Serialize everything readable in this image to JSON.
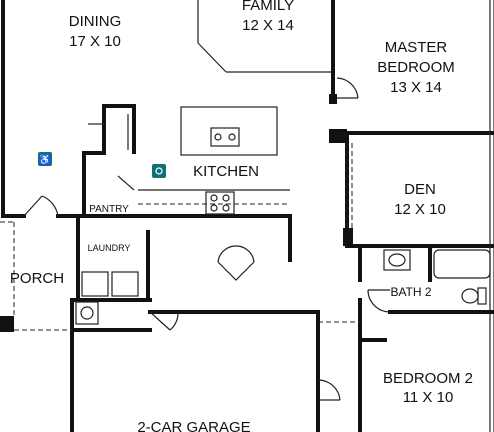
{
  "rooms": {
    "dining": {
      "name": "DINING",
      "size": "17 X 10"
    },
    "family": {
      "name": "FAMILY",
      "size": "12 X 14"
    },
    "master": {
      "name_line1": "MASTER",
      "name_line2": "BEDROOM",
      "size": "13 X 14"
    },
    "kitchen": {
      "name": "KITCHEN"
    },
    "den": {
      "name": "DEN",
      "size": "12 X 10"
    },
    "porch": {
      "name": "PORCH"
    },
    "laundry": {
      "name": "LAUNDRY"
    },
    "pantry": {
      "name": "PANTRY"
    },
    "bath2": {
      "name": "BATH 2"
    },
    "bedroom2": {
      "name": "BEDROOM 2",
      "size": "11 X 10"
    },
    "garage": {
      "name": "2-CAR GARAGE"
    }
  },
  "colors": {
    "wall": "#111111",
    "badge": "#0f7173"
  },
  "badges": [
    {
      "icon": "accessibility-icon"
    },
    {
      "icon": "camera-icon"
    }
  ]
}
